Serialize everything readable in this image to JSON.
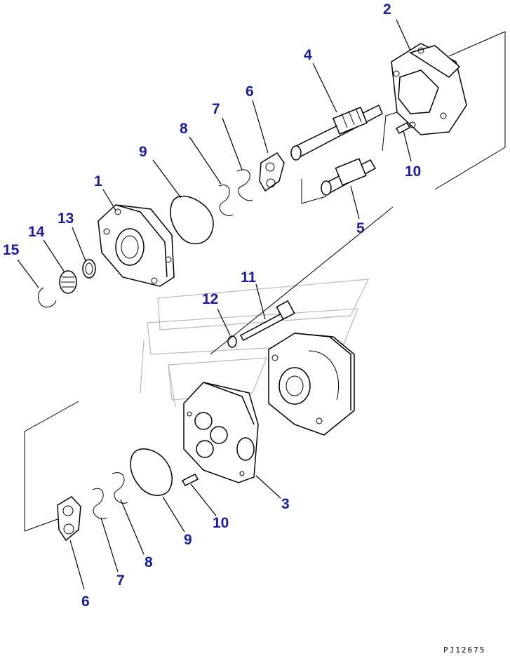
{
  "callouts": {
    "c1": "1",
    "c2": "2",
    "c3": "3",
    "c4": "4",
    "c5": "5",
    "c6a": "6",
    "c6b": "6",
    "c7a": "7",
    "c7b": "7",
    "c8a": "8",
    "c8b": "8",
    "c9a": "9",
    "c9b": "9",
    "c10a": "10",
    "c10b": "10",
    "c11": "11",
    "c12": "12",
    "c13": "13",
    "c14": "14",
    "c15": "15"
  },
  "drawing_code": "PJ12675",
  "colors": {
    "callout": "#1a1aa6",
    "line": "#000000",
    "watermark": "#b8b8b8"
  }
}
